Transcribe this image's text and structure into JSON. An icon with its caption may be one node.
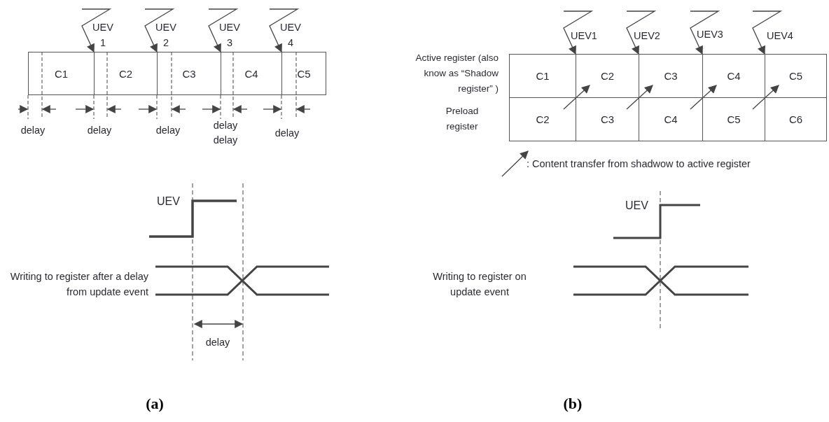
{
  "diagram": {
    "nodes": [
      {
        "text": [
          "C1"
        ]
      },
      {
        "text": [
          "C2"
        ]
      },
      {
        "text": [
          "C3"
        ]
      },
      {
        "text": [
          "C4"
        ]
      },
      {
        "text": [
          "C5"
        ]
      },
      {
        "text": [
          "C1"
        ]
      },
      {
        "text": [
          "C2"
        ]
      },
      {
        "text": [
          "C3"
        ]
      },
      {
        "text": [
          "C4"
        ]
      },
      {
        "text": [
          "C5"
        ]
      },
      {
        "text": [
          "C2"
        ]
      },
      {
        "text": [
          "C3"
        ]
      },
      {
        "text": [
          "C4"
        ]
      },
      {
        "text": [
          "C5"
        ]
      },
      {
        "text": [
          "C6"
        ]
      }
    ],
    "edges": [
      {
        "from": null,
        "to": 1,
        "arrow": "to"
      },
      {
        "from": null,
        "to": 2,
        "arrow": "to"
      },
      {
        "from": null,
        "to": 3,
        "arrow": "to"
      },
      {
        "from": null,
        "to": 4,
        "arrow": "to"
      },
      {
        "from": null,
        "to": 6,
        "arrow": "to"
      },
      {
        "from": null,
        "to": 7,
        "arrow": "to"
      },
      {
        "from": null,
        "to": 8,
        "arrow": "to"
      },
      {
        "from": null,
        "to": 9,
        "arrow": "to"
      },
      {
        "from": 10,
        "to": 6,
        "arrow": "to"
      },
      {
        "from": 11,
        "to": 7,
        "arrow": "to"
      },
      {
        "from": 12,
        "to": 8,
        "arrow": "to"
      },
      {
        "from": 13,
        "to": 9,
        "arrow": "to"
      }
    ],
    "labels": [
      "UEV 1",
      "UEV 2",
      "UEV 3",
      "UEV 4",
      "UEV1",
      "UEV2",
      "UEV3",
      "UEV4",
      "Active register (also know as “Shadow register” )",
      "Preload register",
      "delay",
      "delay",
      "delay",
      "delay",
      "delay",
      "delay",
      "UEV",
      "UEV",
      "Writing to register after a delay from update event",
      "Writing to register on update event",
      "delay",
      "(a)",
      "(b)"
    ],
    "legend": [
      {
        "text": ": Content transfer from shadwow to active register"
      }
    ]
  }
}
